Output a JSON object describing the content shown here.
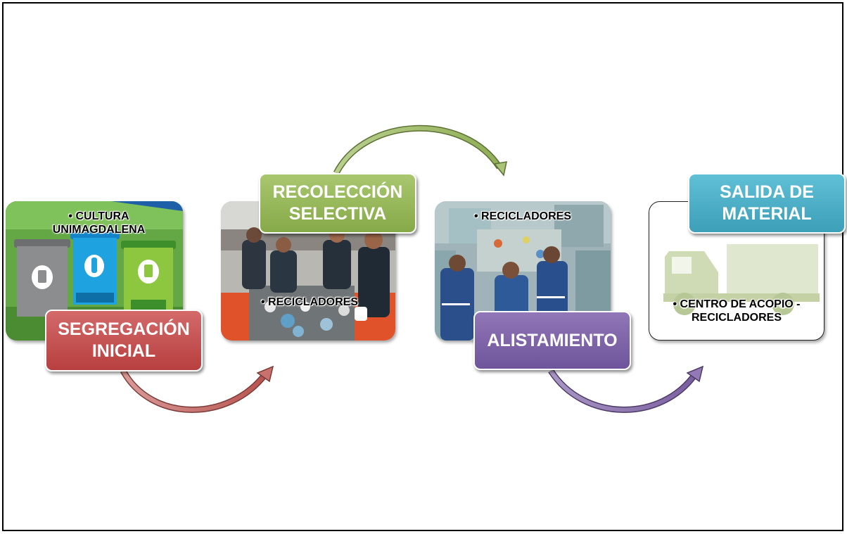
{
  "steps": [
    {
      "title": "SEGREGACIÓN\nINICIAL",
      "bullet": "• CULTURA UNIMAGDALENA",
      "image": "recycling-bins"
    },
    {
      "title": "RECOLECCIÓN\nSELECTIVA",
      "bullet": "• RECICLADORES",
      "image": "sorting-workers"
    },
    {
      "title": "ALISTAMIENTO",
      "bullet": "• RECICLADORES",
      "image": "bale-workers"
    },
    {
      "title": "SALIDA DE\nMATERIAL",
      "bullet": "• CENTRO DE ACOPIO - RECICLADORES",
      "image": "truck"
    }
  ],
  "colors": {
    "red": "#c0504d",
    "green": "#9bbb59",
    "purple": "#8064a2",
    "teal": "#4bacc6"
  }
}
